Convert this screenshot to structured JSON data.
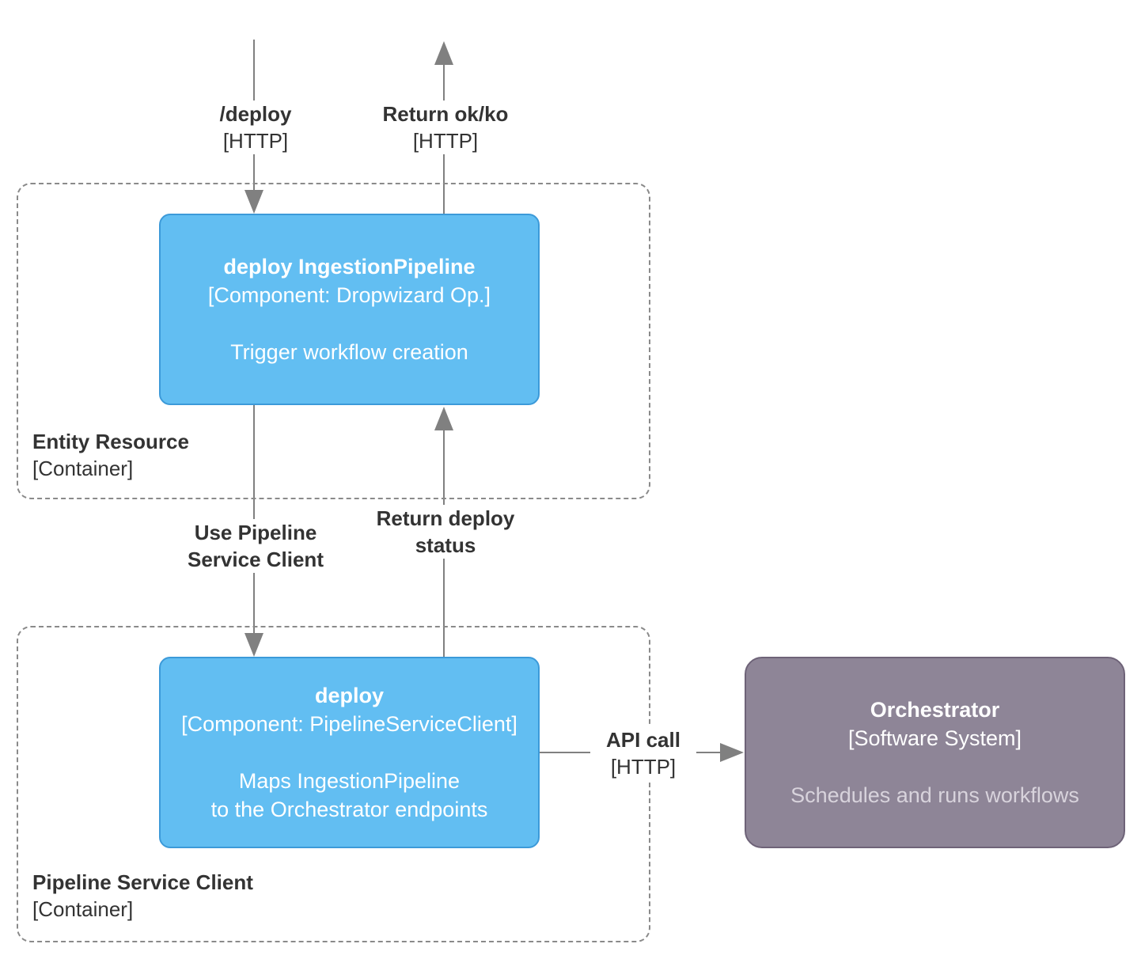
{
  "colors": {
    "component_fill": "#62bef2",
    "component_border": "#3c9ad9",
    "external_fill": "#8e8597",
    "external_border": "#6e6378",
    "boundary_border": "#8a8a8a",
    "arrow": "#808080",
    "text_dark": "#333333"
  },
  "boundaries": {
    "entity_resource": {
      "title": "Entity Resource",
      "subtitle": "[Container]"
    },
    "pipeline_service_client": {
      "title": "Pipeline Service Client",
      "subtitle": "[Container]"
    }
  },
  "components": {
    "deploy_ingestion_pipeline": {
      "title": "deploy IngestionPipeline",
      "subtitle": "[Component: Dropwizard Op.]",
      "description": "Trigger workflow creation"
    },
    "deploy": {
      "title": "deploy",
      "subtitle": "[Component: PipelineServiceClient]",
      "description_lines": [
        "Maps IngestionPipeline",
        "to the Orchestrator endpoints"
      ]
    }
  },
  "external_system": {
    "title": "Orchestrator",
    "subtitle": "[Software System]",
    "description": "Schedules and runs workflows"
  },
  "edges": {
    "deploy_in": {
      "label": "/deploy",
      "tech": "[HTTP]"
    },
    "return_out": {
      "label": "Return ok/ko",
      "tech": "[HTTP]"
    },
    "use_client": {
      "label_lines": [
        "Use Pipeline",
        "Service Client"
      ]
    },
    "return_status": {
      "label_lines": [
        "Return deploy",
        "status"
      ]
    },
    "api_call": {
      "label": "API call",
      "tech": "[HTTP]"
    }
  }
}
